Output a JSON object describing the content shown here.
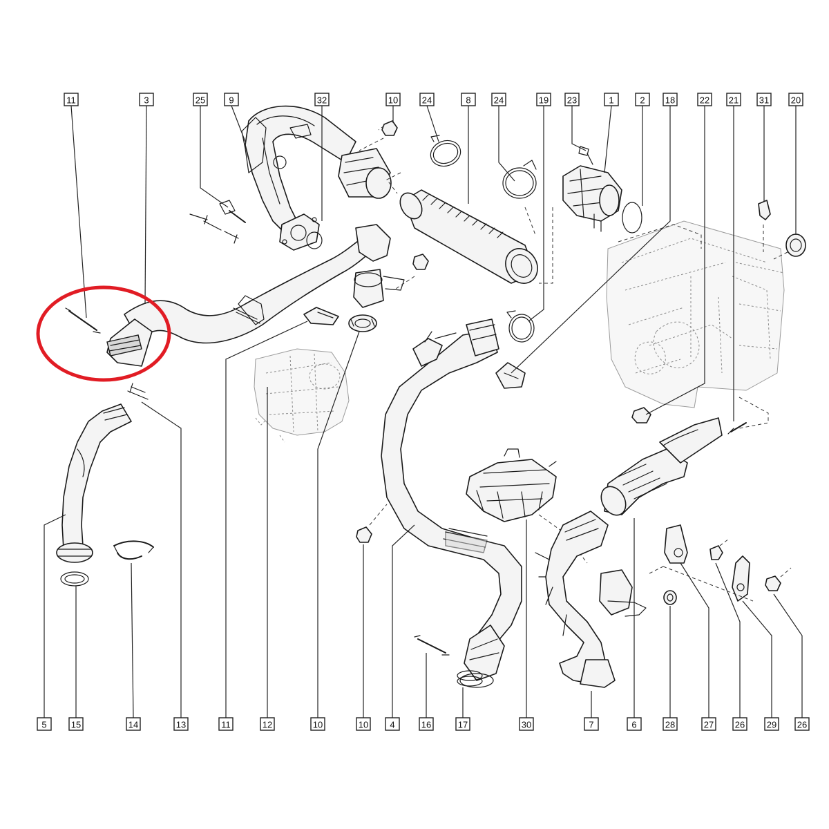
{
  "highlight_color": "#e11c24",
  "top_callouts": [
    "11",
    "3",
    "25",
    "9",
    "32",
    "10",
    "24",
    "8",
    "24",
    "19",
    "23",
    "1",
    "2",
    "18",
    "22",
    "21",
    "31",
    "20"
  ],
  "bottom_callouts": [
    "5",
    "15",
    "14",
    "13",
    "11",
    "12",
    "10",
    "10",
    "4",
    "16",
    "17",
    "30",
    "7",
    "6",
    "28",
    "27",
    "26",
    "29",
    "26"
  ]
}
